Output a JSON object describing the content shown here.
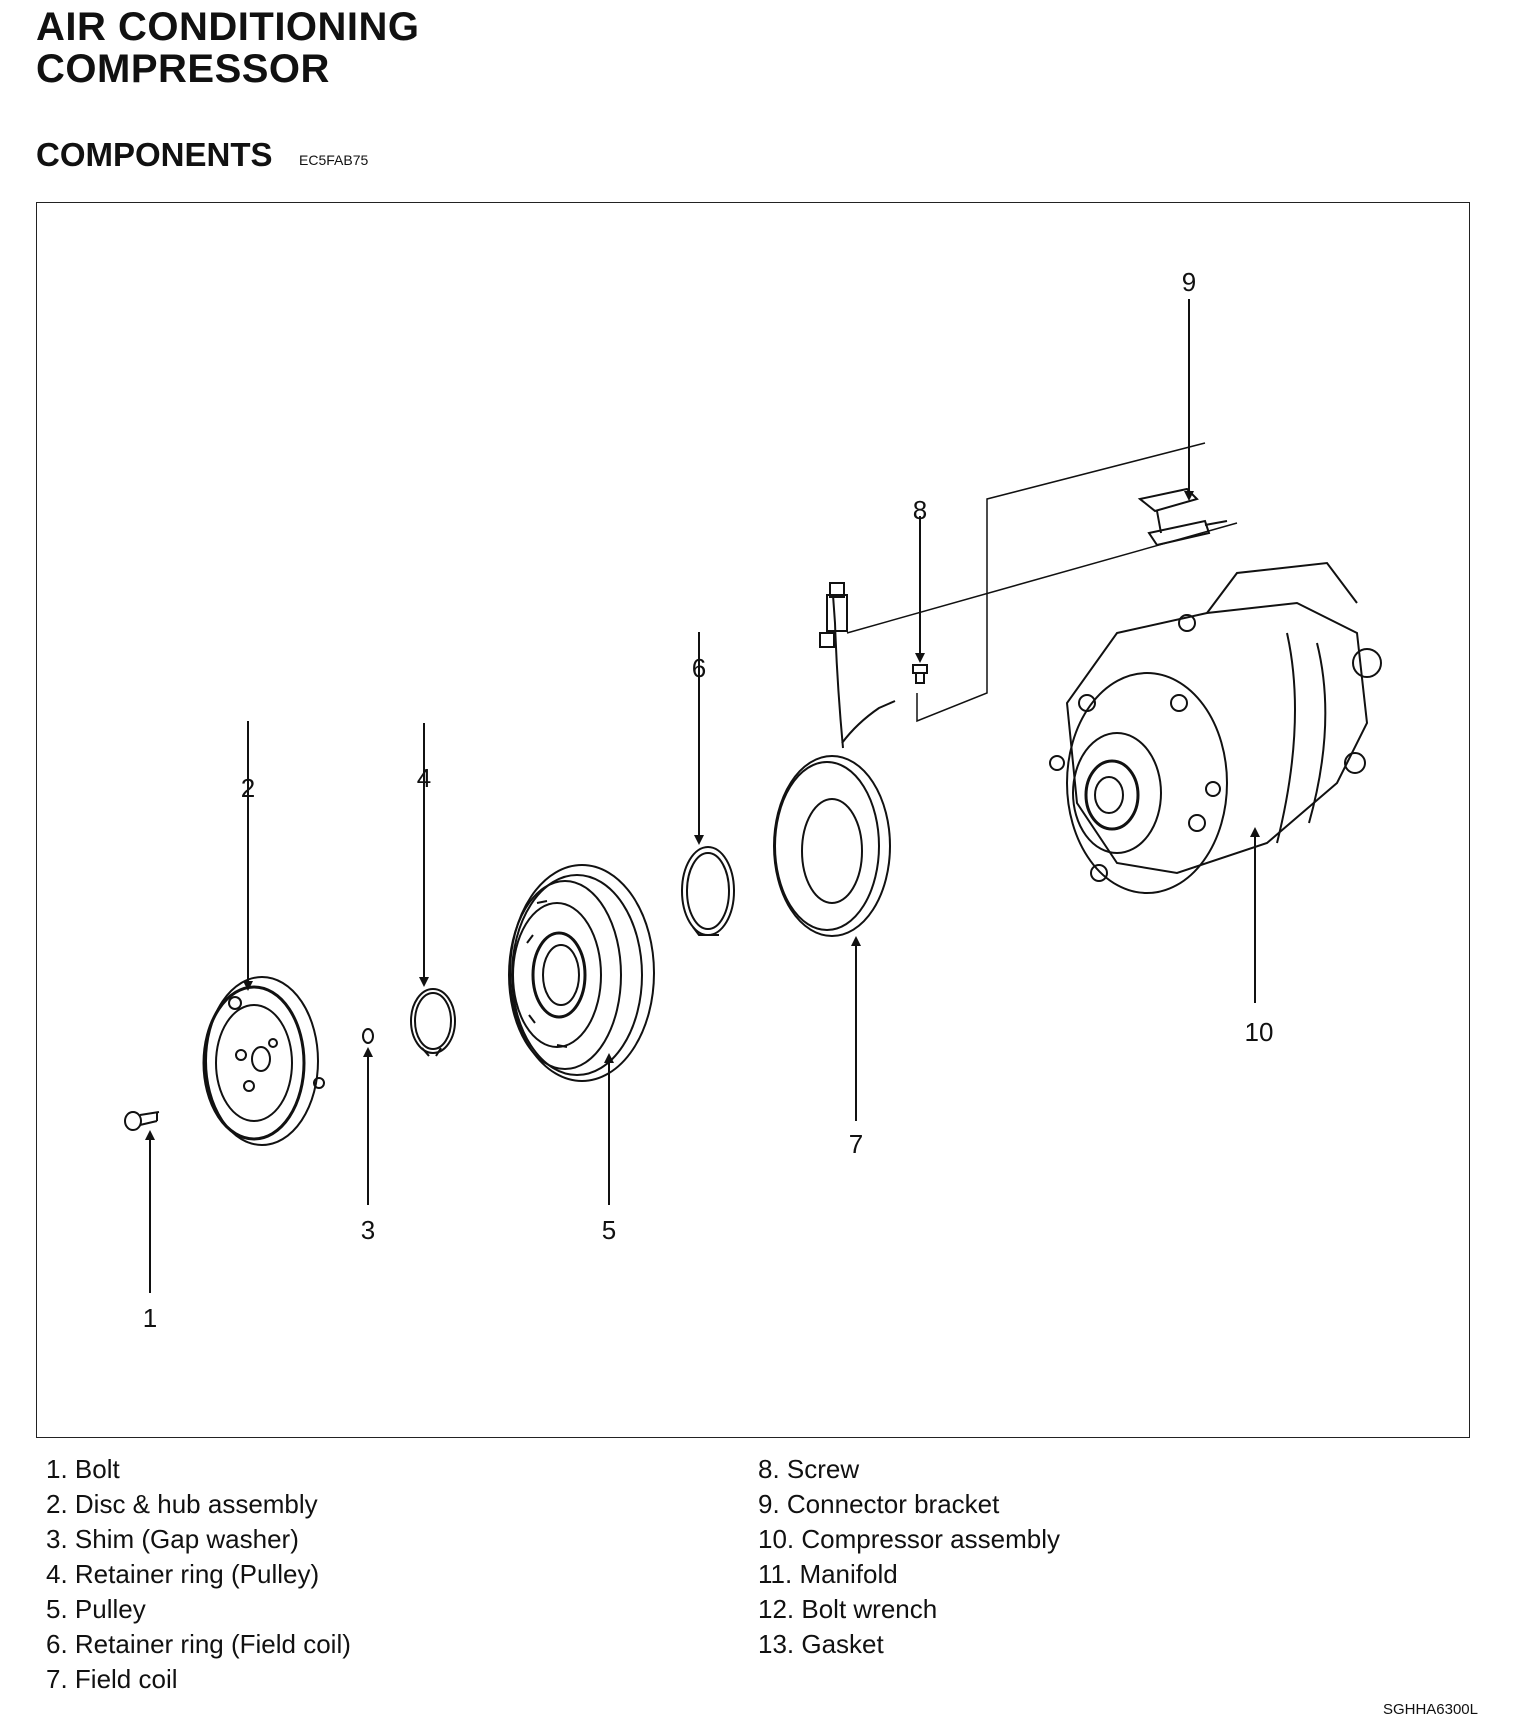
{
  "title_line1": "AIR CONDITIONING",
  "title_line2": "COMPRESSOR",
  "section": "COMPONENTS",
  "section_code": "EC5FAB75",
  "callouts": [
    "1",
    "2",
    "3",
    "4",
    "5",
    "6",
    "7",
    "8",
    "9",
    "10"
  ],
  "legend_left": [
    "1. Bolt",
    "2. Disc & hub assembly",
    "3. Shim (Gap washer)",
    "4. Retainer ring (Pulley)",
    "5. Pulley",
    "6. Retainer ring (Field coil)",
    "7. Field coil"
  ],
  "legend_right": [
    "8. Screw",
    "9. Connector bracket",
    "10. Compressor assembly",
    "11. Manifold",
    "12. Bolt wrench",
    "13. Gasket"
  ],
  "figure_code": "SGHHA6300L"
}
